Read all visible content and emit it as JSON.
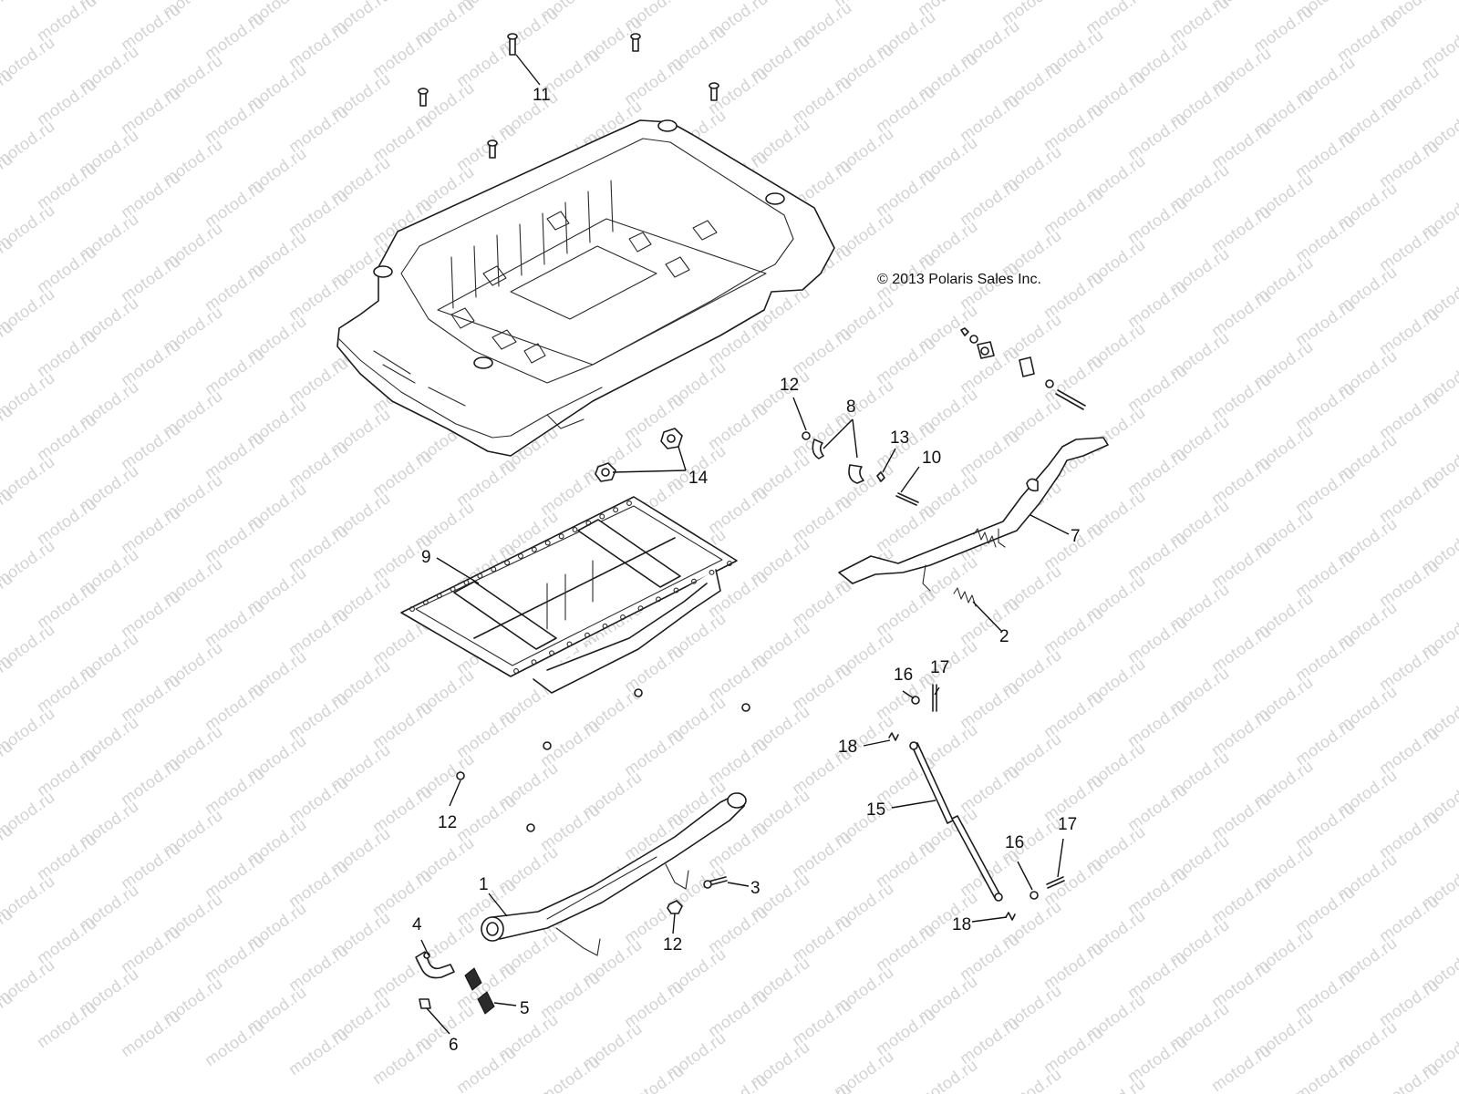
{
  "copyright": "© 2013 Polaris Sales Inc.",
  "watermark": "motod.ru",
  "callouts": [
    "1",
    "2",
    "3",
    "4",
    "5",
    "6",
    "7",
    "8",
    "9",
    "10",
    "11",
    "12",
    "12",
    "12",
    "13",
    "14",
    "15",
    "16",
    "16",
    "17",
    "17",
    "18",
    "18"
  ],
  "parts": {
    "cargo_box": "cargo-box",
    "frame": "box-support-frame",
    "pivot_tube": "pivot-tube",
    "latch_bar": "latch-bar",
    "gas_strut": "gas-strut"
  }
}
